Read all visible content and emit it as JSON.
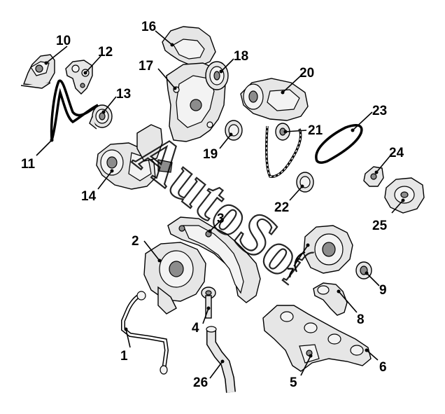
{
  "watermark": {
    "text": "AutoSoft"
  },
  "callouts": [
    {
      "id": "c1",
      "label": "1"
    },
    {
      "id": "c2",
      "label": "2"
    },
    {
      "id": "c3",
      "label": "3"
    },
    {
      "id": "c4",
      "label": "4"
    },
    {
      "id": "c5",
      "label": "5"
    },
    {
      "id": "c6",
      "label": "6"
    },
    {
      "id": "c7",
      "label": "7"
    },
    {
      "id": "c8",
      "label": "8"
    },
    {
      "id": "c9",
      "label": "9"
    },
    {
      "id": "c10",
      "label": "10"
    },
    {
      "id": "c11",
      "label": "11"
    },
    {
      "id": "c12",
      "label": "12"
    },
    {
      "id": "c13",
      "label": "13"
    },
    {
      "id": "c14",
      "label": "14"
    },
    {
      "id": "c16",
      "label": "16"
    },
    {
      "id": "c17",
      "label": "17"
    },
    {
      "id": "c18",
      "label": "18"
    },
    {
      "id": "c19",
      "label": "19"
    },
    {
      "id": "c20",
      "label": "20"
    },
    {
      "id": "c21",
      "label": "21"
    },
    {
      "id": "c22",
      "label": "22"
    },
    {
      "id": "c23",
      "label": "23"
    },
    {
      "id": "c24",
      "label": "24"
    },
    {
      "id": "c25",
      "label": "25"
    },
    {
      "id": "c26",
      "label": "26"
    }
  ]
}
